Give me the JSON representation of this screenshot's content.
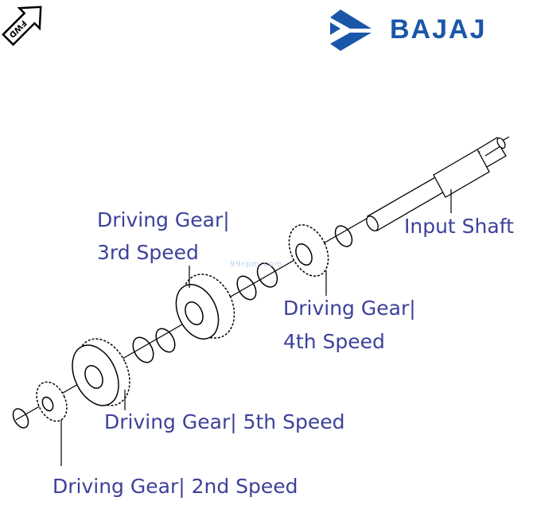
{
  "logo": {
    "brand": "BAJAJ",
    "color": "#1b57a8"
  },
  "fwd_icon": {
    "text": "FWD",
    "icon": "arrow-up-left-icon"
  },
  "watermark": "99rpm.com",
  "label_color": "#3d4199",
  "labels": {
    "gear3_line1": "Driving Gear|",
    "gear3_line2": "3rd Speed",
    "input_shaft": "Input Shaft",
    "gear4_line1": "Driving Gear|",
    "gear4_line2": "4th Speed",
    "gear5": "Driving Gear|  5th Speed",
    "gear2": "Driving Gear|  2nd Speed"
  }
}
